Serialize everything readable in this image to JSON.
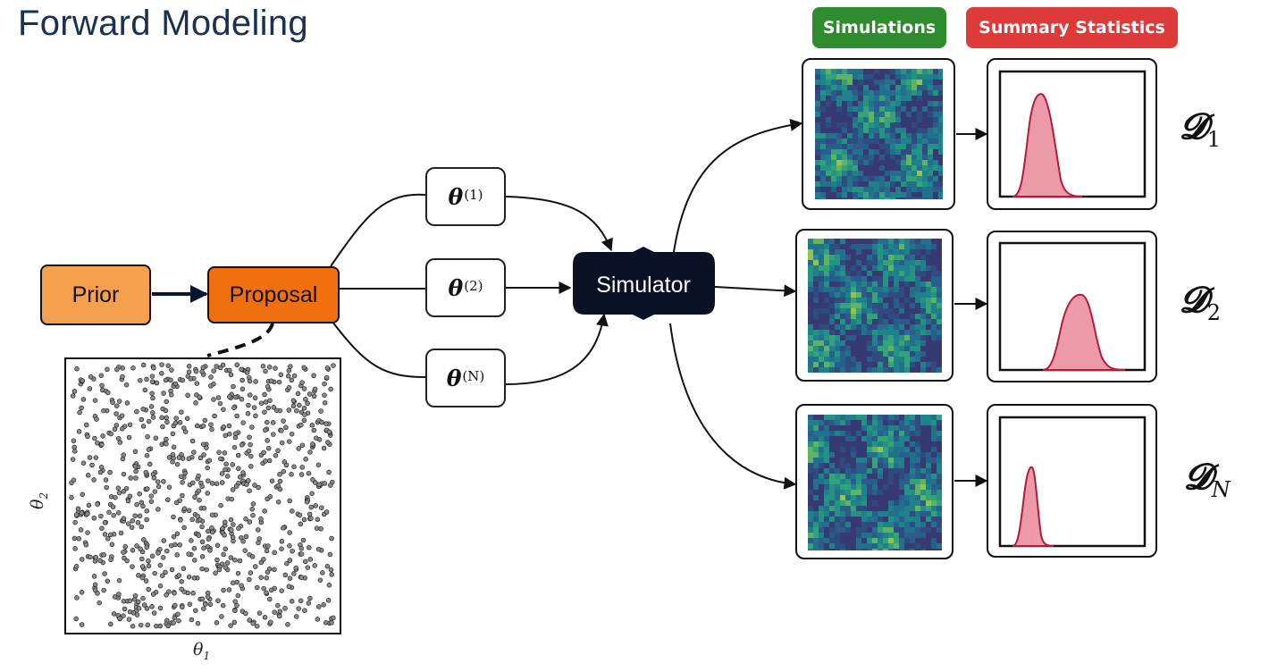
{
  "title": "Forward Modeling",
  "badges": {
    "simulations": "Simulations",
    "summary_statistics": "Summary Statistics"
  },
  "nodes": {
    "prior": "Prior",
    "proposal": "Proposal",
    "simulator": "Simulator"
  },
  "thetas": [
    {
      "symbol": "θ",
      "superscript": "(1)"
    },
    {
      "symbol": "θ",
      "superscript": "(2)"
    },
    {
      "symbol": "θ",
      "superscript": "(N)"
    }
  ],
  "outputs": [
    {
      "symbol": "𝓓",
      "subscript": "1"
    },
    {
      "symbol": "𝓓",
      "subscript": "2"
    },
    {
      "symbol": "𝓓",
      "subscript": "N"
    }
  ],
  "scatter": {
    "xlabel": "θ",
    "xlabel_sub": "1",
    "ylabel": "θ",
    "ylabel_sub": "2"
  },
  "colors": {
    "title": "#1a3150",
    "prior": "#f5a04f",
    "proposal": "#f07010",
    "simulator": "#0c1226",
    "simulations_badge": "#2e8b2e",
    "summary_badge": "#df3a3a",
    "histogram_fill": "#ec9aa7",
    "histogram_line": "#b01c3a"
  }
}
